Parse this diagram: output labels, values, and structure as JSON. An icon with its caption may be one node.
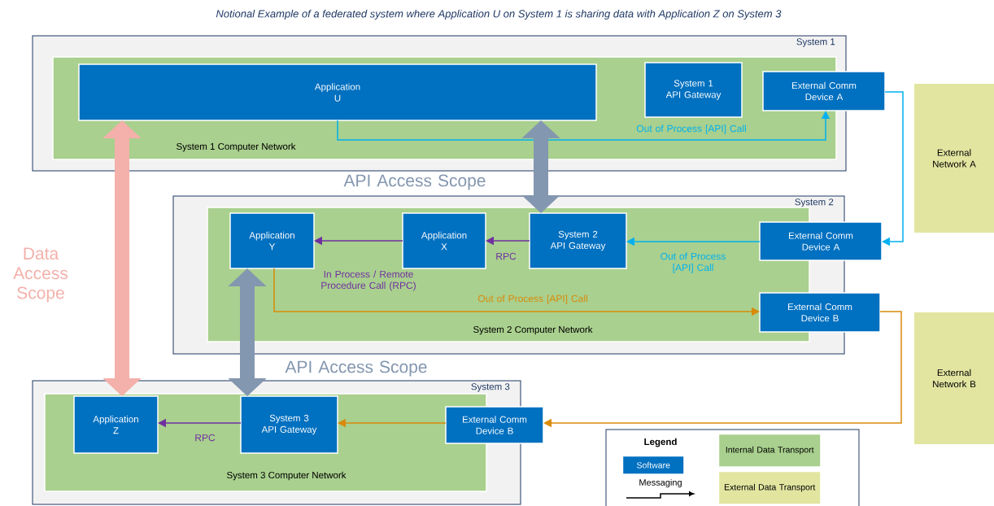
{
  "diagram": {
    "title": "Notional Example of a federated system where Application U on System 1 is sharing data with Application Z on System 3",
    "nodes": [
      {
        "text": [
          "System 1"
        ]
      },
      {
        "text": [
          "System 1 Computer Network"
        ],
        "in": 0
      },
      {
        "text": [
          "Application U"
        ],
        "in": 1
      },
      {
        "text": [
          "System 1 API Gateway"
        ],
        "in": 1
      },
      {
        "text": [
          "External Comm Device A"
        ]
      },
      {
        "text": [
          "External Network A"
        ]
      },
      {
        "text": [
          "System 2"
        ]
      },
      {
        "text": [
          "System 2 Computer Network"
        ],
        "in": 6
      },
      {
        "text": [
          "Application Y"
        ],
        "in": 7
      },
      {
        "text": [
          "Application X"
        ],
        "in": 7
      },
      {
        "text": [
          "System 2 API Gateway"
        ],
        "in": 7
      },
      {
        "text": [
          "External Comm Device A"
        ]
      },
      {
        "text": [
          "External Comm Device B"
        ]
      },
      {
        "text": [
          "External Network B"
        ]
      },
      {
        "text": [
          "System 3"
        ]
      },
      {
        "text": [
          "System 3 Computer Network"
        ],
        "in": 14
      },
      {
        "text": [
          "Application Z"
        ],
        "in": 15
      },
      {
        "text": [
          "System 3 API Gateway"
        ],
        "in": 15
      },
      {
        "text": [
          "External Comm Device B"
        ]
      }
    ],
    "edges": [
      {
        "from": 2,
        "to": 4,
        "arrow": "to",
        "label": "Out of Process [API] Call",
        "color": "#00b0f0"
      },
      {
        "from": 4,
        "to": 11,
        "arrow": "to",
        "color": "#00b0f0"
      },
      {
        "from": 11,
        "to": 10,
        "arrow": "to",
        "label": "Out of Process [API] Call",
        "color": "#00b0f0"
      },
      {
        "from": 10,
        "to": 9,
        "arrow": "to",
        "label": "RPC",
        "color": "#7030a0"
      },
      {
        "from": 9,
        "to": 8,
        "arrow": "to",
        "label": "In Process / Remote Procedure Call (RPC)",
        "color": "#7030a0"
      },
      {
        "from": 8,
        "to": 12,
        "arrow": "to",
        "label": "Out of Process [API] Call",
        "color": "#d98a0b"
      },
      {
        "from": 12,
        "to": 18,
        "arrow": "to",
        "color": "#d98a0b"
      },
      {
        "from": 18,
        "to": 17,
        "arrow": "to",
        "color": "#d98a0b"
      },
      {
        "from": 17,
        "to": 16,
        "arrow": "to",
        "label": "RPC",
        "color": "#7030a0"
      },
      {
        "from": 16,
        "to": 2,
        "arrow": "both",
        "label": "Data Access Scope",
        "style": "thick",
        "color": "#f4b0aa"
      },
      {
        "from": 2,
        "to": 10,
        "arrow": "both",
        "label": "API Access Scope",
        "style": "thick",
        "color": "#8497b0"
      },
      {
        "from": 8,
        "to": 17,
        "arrow": "both",
        "label": "API Access Scope",
        "style": "thick",
        "color": "#8497b0"
      }
    ],
    "labels": [
      "Legend"
    ],
    "legend": [
      {
        "text": "Software",
        "color": "#0070c0"
      },
      {
        "text": "Messaging"
      },
      {
        "text": "Internal Data Transport",
        "color": "#a9d08e"
      },
      {
        "text": "External Data Transport",
        "color": "#e2e5a0"
      }
    ]
  }
}
